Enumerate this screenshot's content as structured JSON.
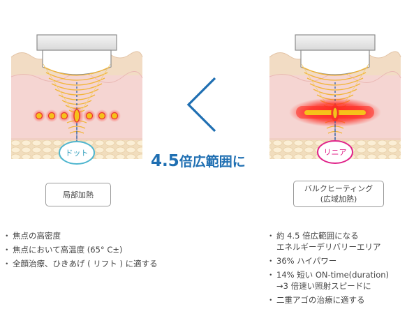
{
  "badges": {
    "left": "ドット",
    "right": "リニア"
  },
  "headline": {
    "number": "4.5",
    "text": "倍広範囲に"
  },
  "left_label": {
    "line1": "局部加熱"
  },
  "right_label": {
    "line1": "バルクヒーティング",
    "line2": "(広域加熱)"
  },
  "left_bullets": [
    "焦点の高密度",
    "焦点において高温度 (65° C±)",
    "全顔治療、ひきあげ ( リフト ) に適する"
  ],
  "right_bullets": [
    {
      "line1": "約 4.5 倍広範囲になる",
      "line2": "エネルギーデリバリーエリア"
    },
    {
      "line1": "36% ハイパワー",
      "line2": ""
    },
    {
      "line1": "14% 短い ON-time(duration)",
      "line2": "→3 倍速い照射スピードに"
    },
    {
      "line1": "二重アゴの治療に適する",
      "line2": ""
    }
  ],
  "colors": {
    "accent_blue": "#1f6fb2",
    "dot_badge": "#4fb6cf",
    "linear_badge": "#e0248a",
    "skin_top": "#f3dcc6",
    "dermis": "#f6d6d4",
    "fat": "#f7e7c9",
    "heat_red": "#e63a2e",
    "heat_yellow": "#f6c21a"
  },
  "icons": {
    "comparison": "less-than-chevron-icon"
  }
}
